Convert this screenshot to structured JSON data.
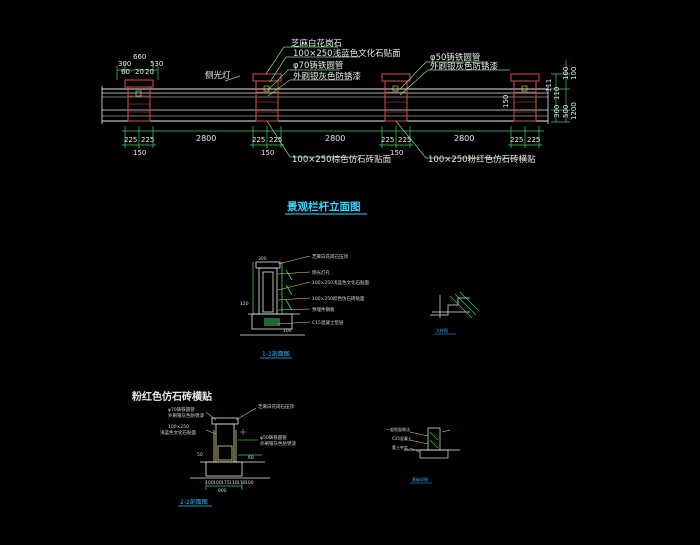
{
  "elevation": {
    "title": "景观栏杆立面图",
    "callouts": {
      "cap_stone": "芝麻白花岗石",
      "cladding_blue": "100×250浅蓝色文化石贴面",
      "pipe_70": "φ70铸铁圆管",
      "paint_grey": "外刷银灰色防锈漆",
      "light": "侧光灯",
      "pipe_50": "φ50铸铁圆管",
      "paint_grey_2": "外刷银灰色防锈漆",
      "face_brick": "100×250棕色仿石砖贴面",
      "pink_brick": "100×250粉红色仿石砖横贴"
    },
    "top_dims": [
      "300",
      "660",
      "530",
      "60",
      "20",
      "20"
    ],
    "right_dims": [
      "100",
      "100",
      "1200",
      "150",
      "110",
      "500",
      "300",
      "111"
    ],
    "bottom_dims": [
      "225",
      "225",
      "150",
      "2800",
      "225",
      "225",
      "150",
      "2800",
      "225",
      "225",
      "150",
      "2800",
      "225",
      "225"
    ]
  },
  "section1": {
    "label": "1-1剖面图",
    "notes": [
      "芝麻白花岗石压顶",
      "侧光灯孔",
      "100×250浅蓝色文化石贴面",
      "100×250棕色仿石砖贴面",
      "预埋件钢板",
      "C15混凝土垫层"
    ],
    "dims": [
      "120",
      "300",
      "100"
    ]
  },
  "detail_small": {
    "label": "大样图"
  },
  "section2": {
    "label": "2-2剖面图",
    "heading": "粉红色仿石砖横贴",
    "notes_left": [
      "φ70铸铁圆管",
      "外刷银灰色防锈漆",
      "100×250",
      "浅蓝色文化石贴面"
    ],
    "notes_right": [
      "芝麻白花岗石压顶",
      "φ50铸铁圆管",
      "外刷银灰色防锈漆"
    ],
    "dims": [
      "50",
      "100",
      "100",
      "175",
      "110",
      "170",
      "100",
      "60",
      "900"
    ]
  },
  "detail_small_2": {
    "label": "基础详图",
    "notes": [
      "一般地面做法",
      "C15混凝土",
      "素土夯实"
    ]
  },
  "colors": {
    "background": "#000000",
    "line_white": "#e8e8e8",
    "dim_green": "#3ad06b",
    "leader_green": "#7de07d",
    "pier_red": "#d94b4b",
    "title_cyan": "#2fd6ff",
    "section_cyan": "#2fb8ff",
    "magenta": "#d04fd0",
    "yellow": "#e7e05a"
  }
}
